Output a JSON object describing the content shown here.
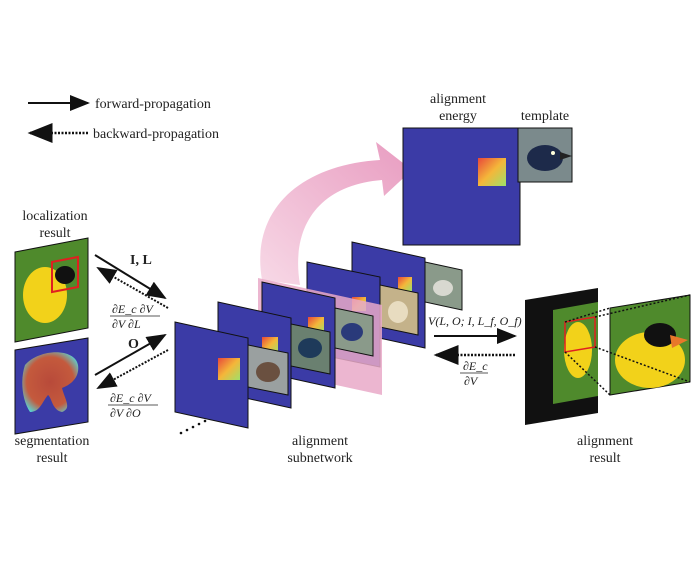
{
  "legend": {
    "forward": "forward-propagation",
    "backward": "backward-propagation"
  },
  "labels": {
    "alignment_energy_1": "alignment",
    "alignment_energy_2": "energy",
    "template": "template",
    "localization_1": "localization",
    "localization_2": "result",
    "segmentation_1": "segmentation",
    "segmentation_2": "result",
    "subnetwork_1": "alignment",
    "subnetwork_2": "subnetwork",
    "result_1": "alignment",
    "result_2": "result"
  },
  "math": {
    "forward_top": "I, L",
    "backward_top_num": "∂E_c ∂V",
    "backward_top_den": "∂V ∂L",
    "forward_bottom": "O",
    "backward_bottom_num": "∂E_c ∂V",
    "backward_bottom_den": "∂V ∂O",
    "forward_right": "V(L, O; I, L_f, O_f)",
    "backward_right_num": "∂E_c",
    "backward_right_den": "∂V"
  },
  "colors": {
    "panel_blue": "#3b3ba6",
    "pink": "#e9a9c8",
    "green": "#4f8a2c",
    "heat_red": "#e8473a",
    "heat_yellow": "#f2d33a"
  }
}
